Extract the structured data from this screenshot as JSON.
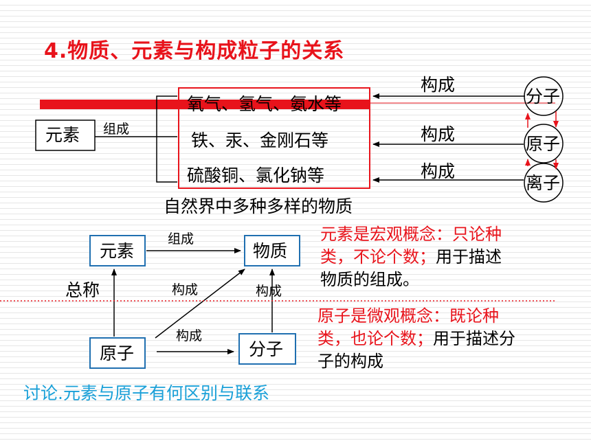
{
  "title": "4.物质、元素与构成粒子的关系",
  "top_diagram": {
    "element_box": "元素",
    "compose_label": "组成",
    "substances": [
      "氧气、氢气、氨水等",
      "铁、汞、金刚石等",
      "硫酸铜、氯化钠等"
    ],
    "construct_labels": [
      "构成",
      "构成",
      "构成"
    ],
    "particles": [
      "分子",
      "原子",
      "离子"
    ],
    "caption": "自然界中多种多样的物质"
  },
  "bottom_diagram": {
    "element_box": "元素",
    "substance_box": "物质",
    "atom_box": "原子",
    "molecule_box": "分子",
    "compose_label": "组成",
    "general_label": "总称",
    "construct_diag_label": "构成",
    "construct_up_label": "构成",
    "construct_h_label": "构成"
  },
  "notes": {
    "element_note": "元素是宏观概念：只论种类，不论个数；",
    "element_note_2": "用于描述物质的组成。",
    "atom_note": "原子是微观概念：既论种类，也论个数；",
    "atom_note_2": "用于描述分子的构成"
  },
  "discussion": "讨论.元素与原子有何区别与联系",
  "colors": {
    "red": "#e8131b",
    "blue": "#1aa0d8",
    "black": "#000000"
  }
}
